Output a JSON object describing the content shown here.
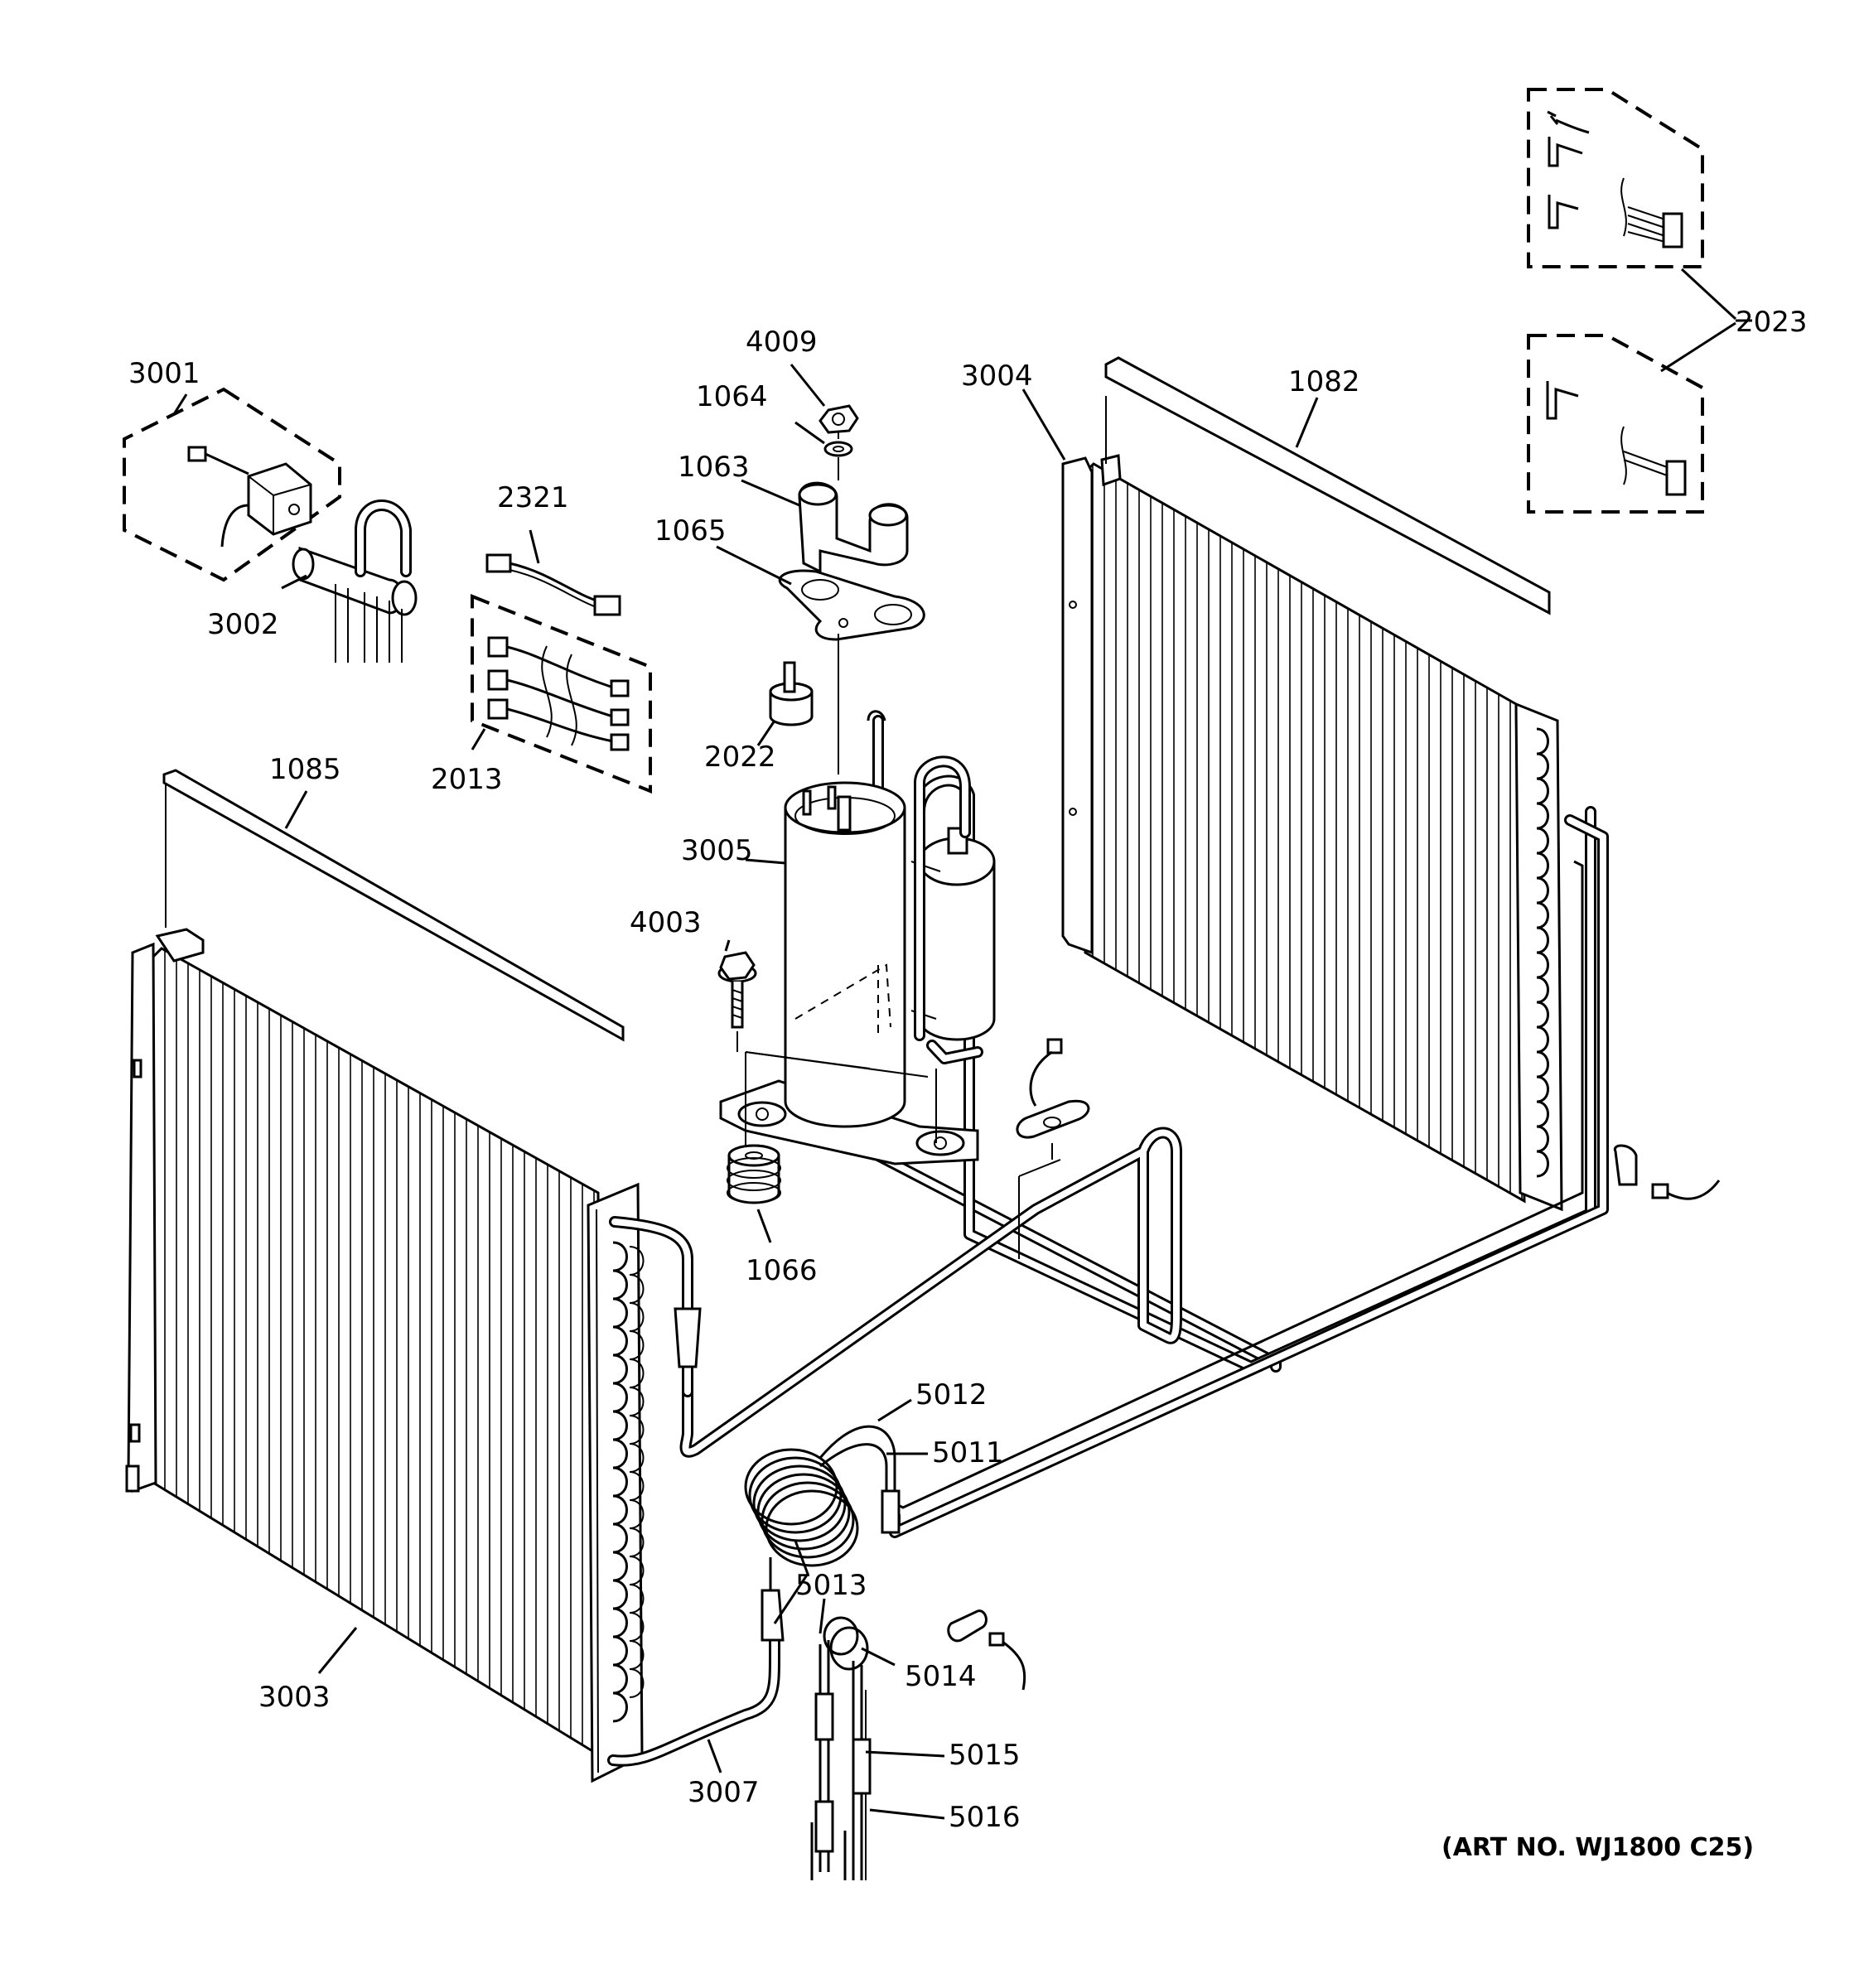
{
  "diagram": {
    "labels": {
      "p3001": "3001",
      "p3002": "3002",
      "p2321": "2321",
      "p2013": "2013",
      "p4009": "4009",
      "p1064": "1064",
      "p1063": "1063",
      "p1065": "1065",
      "p2022": "2022",
      "p3005": "3005",
      "p4003": "4003",
      "p1066": "1066",
      "p1085": "1085",
      "p3003": "3003",
      "p3004": "3004",
      "p1082": "1082",
      "p2023": "2023",
      "p5012": "5012",
      "p5011": "5011",
      "p5013": "5013",
      "p5014": "5014",
      "p5015": "5015",
      "p5016": "5016",
      "p3007": "3007"
    },
    "art_number": "(ART NO. WJ1800 C25)"
  }
}
